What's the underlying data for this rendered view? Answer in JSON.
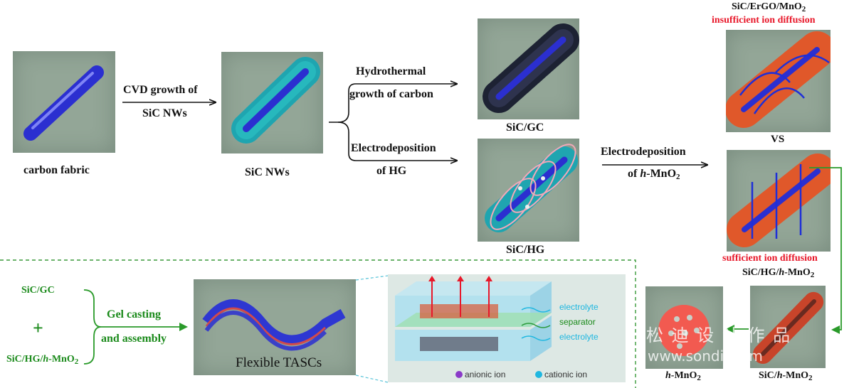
{
  "labels": {
    "carbon_fabric": "carbon fabric",
    "cvd_line1": "CVD growth of",
    "cvd_line2": "SiC NWs",
    "sic_nws": "SiC NWs",
    "hydro_line1": "Hydrothermal",
    "hydro_line2": "growth of carbon",
    "electro_line1": "Electrodeposition",
    "electro_line2": "of HG",
    "sic_gc": "SiC/GC",
    "sic_hg": "SiC/HG",
    "electro2_line1": "Electrodeposition",
    "electro2_prefix": "of ",
    "h_italic": "h",
    "mno_base": "-MnO",
    "sub2": "2",
    "sic_ergo_mno_base": "SiC/ErGO/MnO",
    "insufficient": "insufficient ion diffusion",
    "vs": "VS",
    "sufficient": "sufficient ion diffusion",
    "sic_hg_h_prefix": "SiC/HG/",
    "sic_h_prefix": "SiC/",
    "gc_green": "SiC/GC",
    "plus": "+",
    "gel_line1": "Gel casting",
    "gel_line2": "and assembly",
    "flexible_tascs": "Flexible TASCs",
    "electrolyte_top": "electrolyte",
    "separator": "separator",
    "electrolyte_bottom": "electrolyte",
    "anionic_ion": "anionic ion",
    "cationic_ion": "cationic ion"
  },
  "watermark": {
    "cn": "松 迪 设 计 作 品",
    "url": "www.sondii.com"
  },
  "colors": {
    "tile_bg": "#93a697",
    "red_text": "#e8182a",
    "green_text": "#1a8a1a",
    "cyan_text": "#1fb7e0",
    "arrow_blue": "#1e2fd8",
    "dashed_green": "#3a9a3a"
  },
  "icons": [
    "carbon-fiber-icon",
    "nanowire-fiber-icon",
    "graphene-coated-fiber-icon",
    "hydrogel-fiber-icon",
    "mno2-fiber-icon",
    "device-ribbon-icon",
    "supercapacitor-stack-icon",
    "mno2-sphere-icon"
  ]
}
